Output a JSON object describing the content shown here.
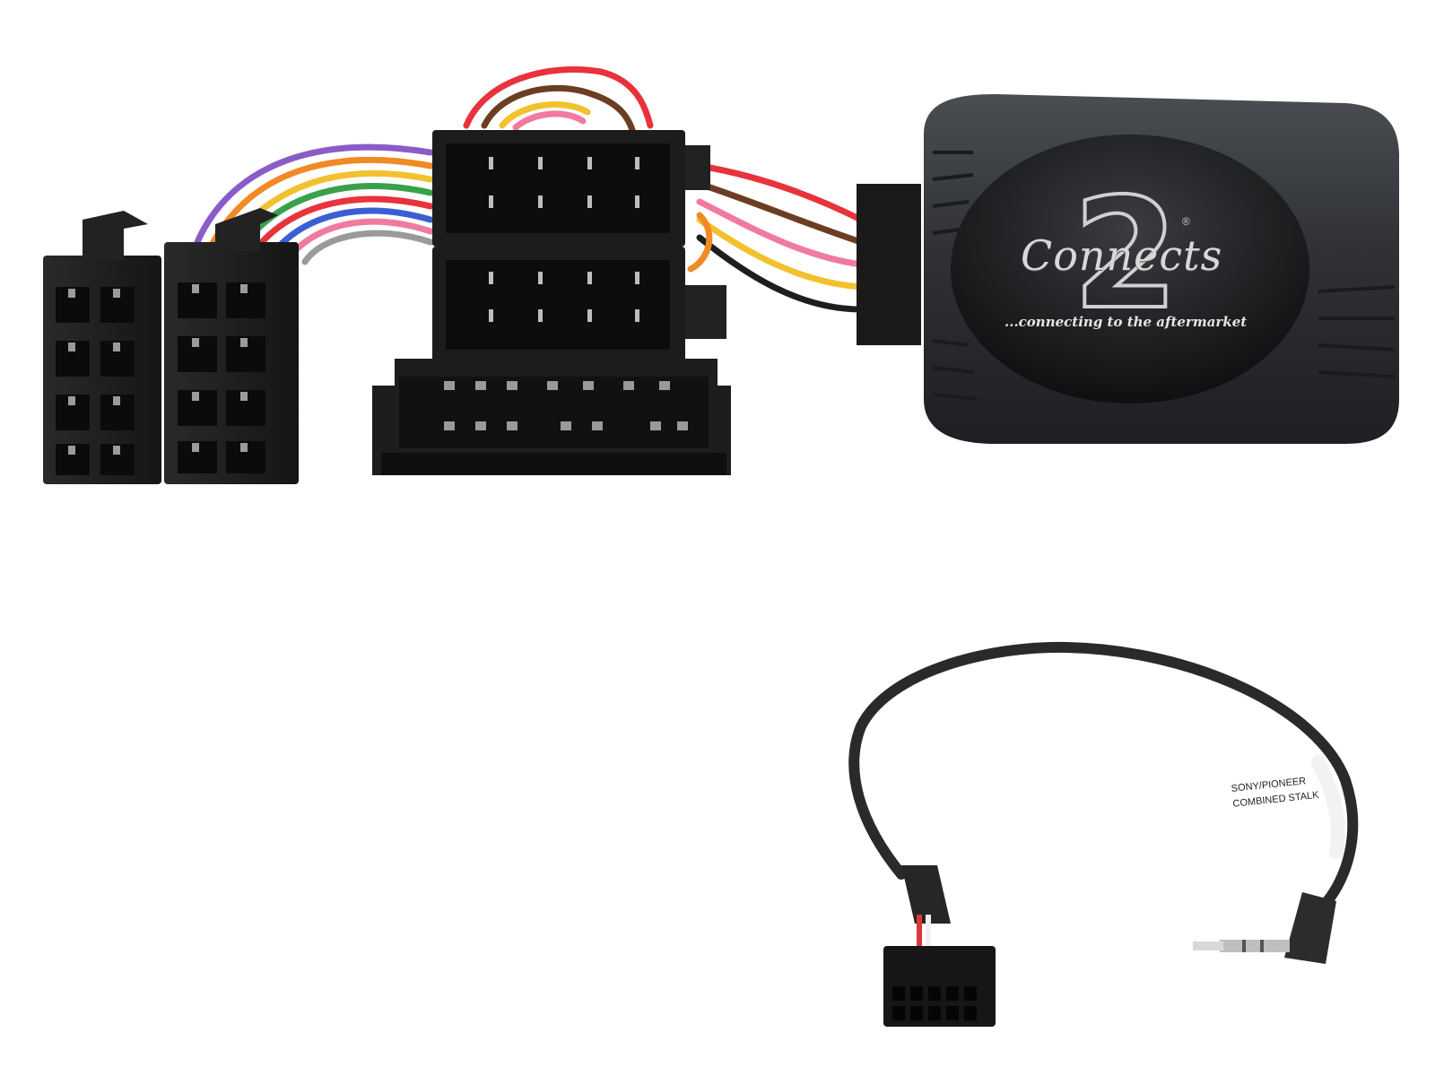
{
  "product": {
    "brand": "Connects",
    "brand_numeral": "2",
    "registered_mark": "®",
    "tagline": "...connecting to the aftermarket"
  },
  "cable_label": {
    "line1": "SONY/PIONEER",
    "line2": "COMBINED STALK"
  },
  "colors": {
    "module_body": "#2e3033",
    "connector": "#1b1b1b",
    "cable": "#2a2a2a",
    "wire_red": "#e8323c",
    "wire_yellow": "#f2c12e",
    "wire_orange": "#f08a24",
    "wire_purple": "#8a5cc8",
    "wire_blue": "#3b5fd0",
    "wire_brown": "#6b3e22",
    "wire_pink": "#f07aa0",
    "wire_green": "#3aa14a"
  }
}
